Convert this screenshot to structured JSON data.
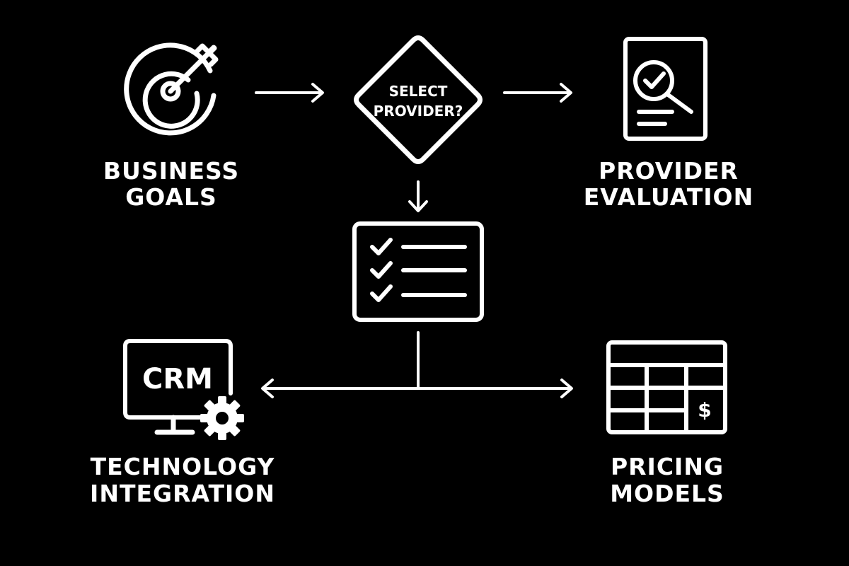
{
  "colors": {
    "background": "#000000",
    "foreground": "#ffffff"
  },
  "nodes": {
    "business_goals": {
      "icon": "target-arrow-icon",
      "label_line1": "BUSINESS",
      "label_line2": "GOALS"
    },
    "decision": {
      "icon": "diamond-decision",
      "label_line1": "SELECT",
      "label_line2": "PROVIDER?"
    },
    "provider_evaluation": {
      "icon": "document-magnifier-check-icon",
      "label_line1": "PROVIDER",
      "label_line2": "EVALUATION"
    },
    "checklist": {
      "icon": "checklist-icon"
    },
    "technology_integration": {
      "icon": "monitor-crm-gear-icon",
      "icon_text": "CRM",
      "label_line1": "TECHNOLOGY",
      "label_line2": "INTEGRATION"
    },
    "pricing_models": {
      "icon": "pricing-table-icon",
      "icon_text": "$",
      "label_line1": "PRICING",
      "label_line2": "MODELS"
    }
  }
}
